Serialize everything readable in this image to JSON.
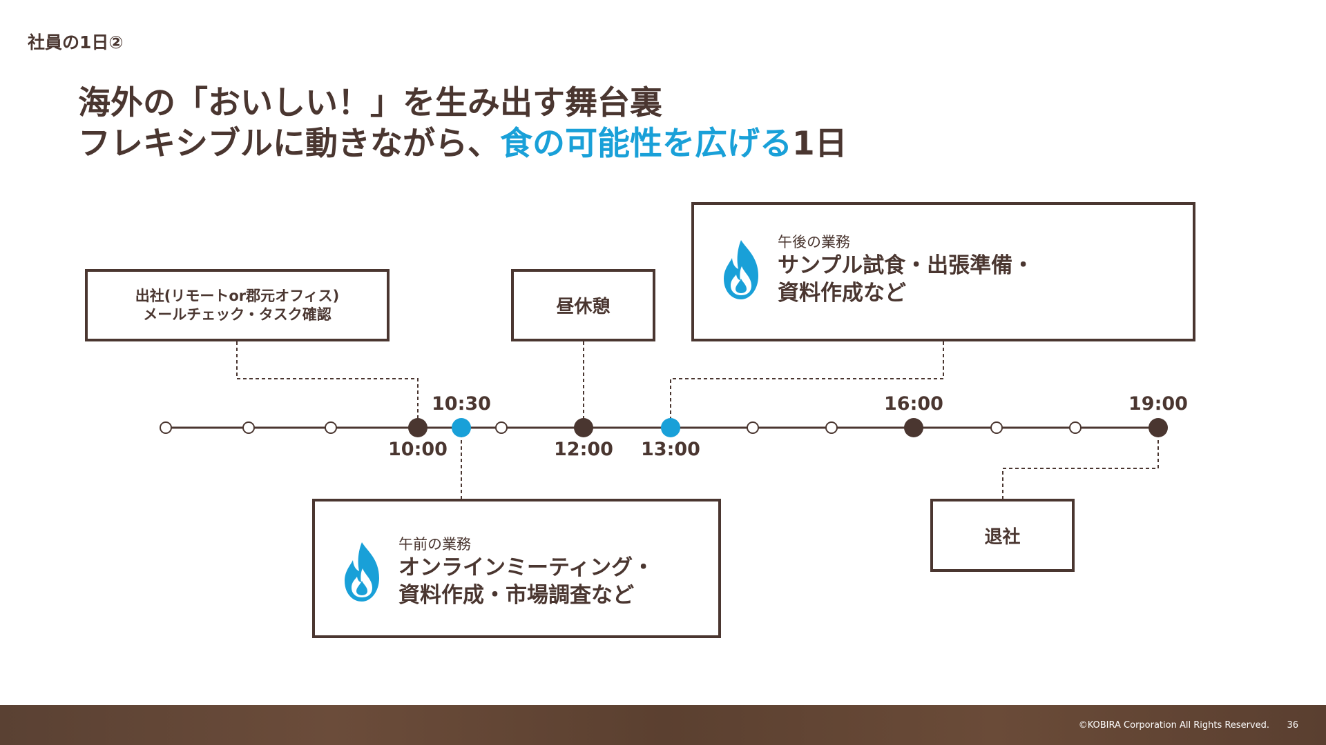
{
  "section_label": "社員の1日②",
  "title": {
    "line1": "海外の「おいしい！」を生み出す舞台裏",
    "line2_pre": "フレキシブルに動きながら、",
    "line2_highlight": "食の可能性を広げる",
    "line2_post": "1日"
  },
  "boxes": {
    "arrive": {
      "line1": "出社(リモートor郡元オフィス)",
      "line2": "メールチェック・タスク確認"
    },
    "lunch": "昼休憩",
    "leave": "退社",
    "morning": {
      "label": "午前の業務",
      "line1": "オンラインミーティング・",
      "line2": "資料作成・市場調査など",
      "icon": "flame-icon"
    },
    "afternoon": {
      "label": "午後の業務",
      "line1": "サンプル試食・出張準備・",
      "line2": "資料作成など",
      "icon": "flame-icon"
    }
  },
  "timeline": {
    "times": [
      "10:00",
      "10:30",
      "12:00",
      "13:00",
      "16:00",
      "19:00"
    ]
  },
  "colors": {
    "brown": "#4a3630",
    "accent": "#19a0d8"
  },
  "footer": {
    "copyright": "©KOBIRA Corporation All Rights Reserved.",
    "page": "36"
  }
}
